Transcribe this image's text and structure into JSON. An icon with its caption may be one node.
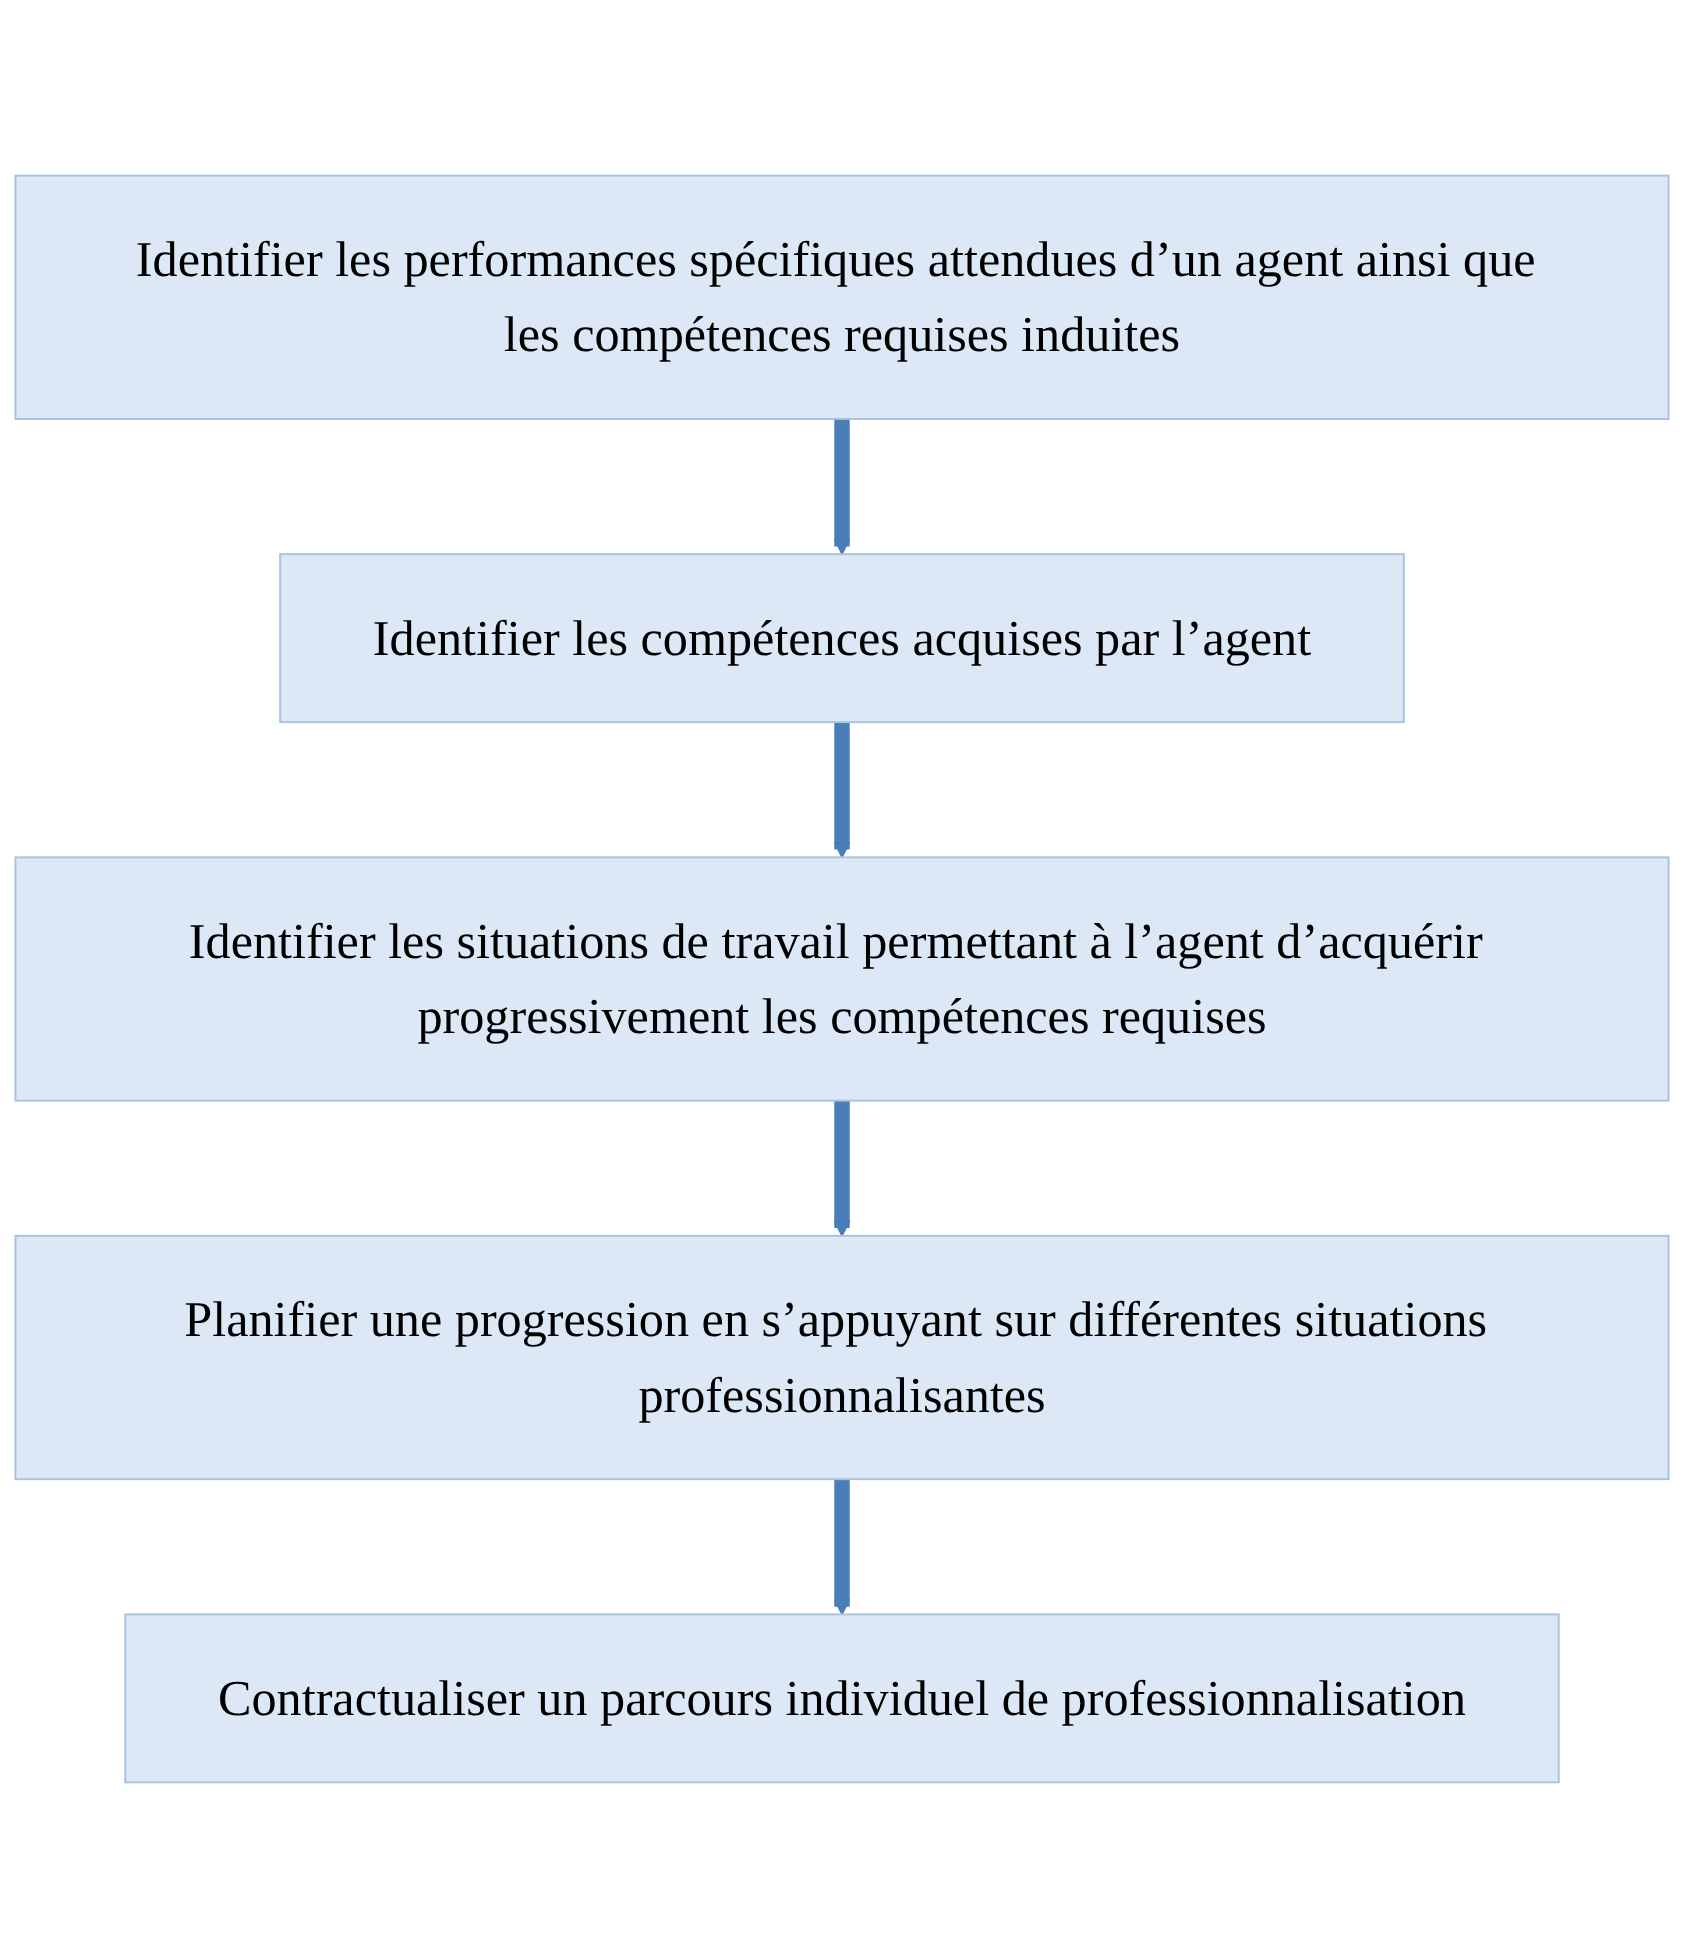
{
  "diagram": {
    "nodes": [
      {
        "text": [
          "Identifier les performances spécifiques attendues d’un agent ainsi que les compétences requises induites"
        ]
      },
      {
        "text": [
          "Identifier les compétences acquises par l’agent"
        ]
      },
      {
        "text": [
          "Identifier les situations de travail permettant à l’agent d’acquérir progressivement les compétences requises"
        ]
      },
      {
        "text": [
          "Planifier une progression en s’appuyant sur différentes situations professionnalisantes"
        ]
      },
      {
        "text": [
          "Contractualiser un parcours individuel de professionnalisation"
        ]
      }
    ],
    "edges": [
      {
        "from": 0,
        "to": 1,
        "arrow": "to"
      },
      {
        "from": 1,
        "to": 2,
        "arrow": "to"
      },
      {
        "from": 2,
        "to": 3,
        "arrow": "to"
      },
      {
        "from": 3,
        "to": 4,
        "arrow": "to"
      }
    ]
  }
}
